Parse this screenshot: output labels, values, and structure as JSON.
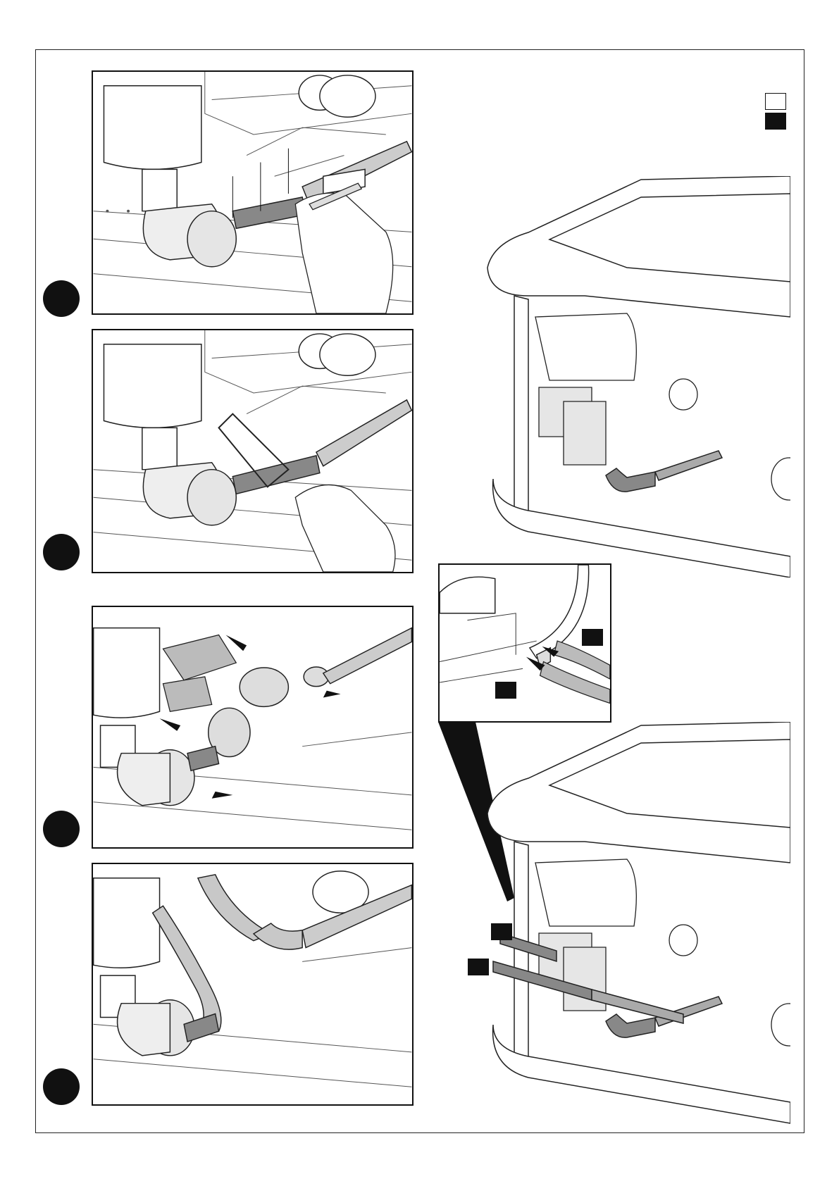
{
  "page": {
    "theme": "technical-instruction-sheet",
    "colors": {
      "ink": "#111111",
      "tube_fill": "#d9d9d9",
      "hose_fill": "#bdbdbd",
      "paper": "#ffffff"
    }
  },
  "legend": [
    {
      "name": "legend-marker-empty",
      "style": "empty"
    },
    {
      "name": "legend-marker-filled",
      "style": "filled"
    }
  ],
  "steps": [
    {
      "id": "step-1",
      "tool": "deburring-knife"
    },
    {
      "id": "step-2",
      "tool": "hacksaw"
    },
    {
      "id": "step-3",
      "tool": "disassemble-fittings"
    },
    {
      "id": "step-4",
      "tool": "reconnect-hoses"
    }
  ],
  "callout_markers": [
    "filled",
    "filled"
  ],
  "assembly_markers": [
    "filled",
    "filled"
  ]
}
